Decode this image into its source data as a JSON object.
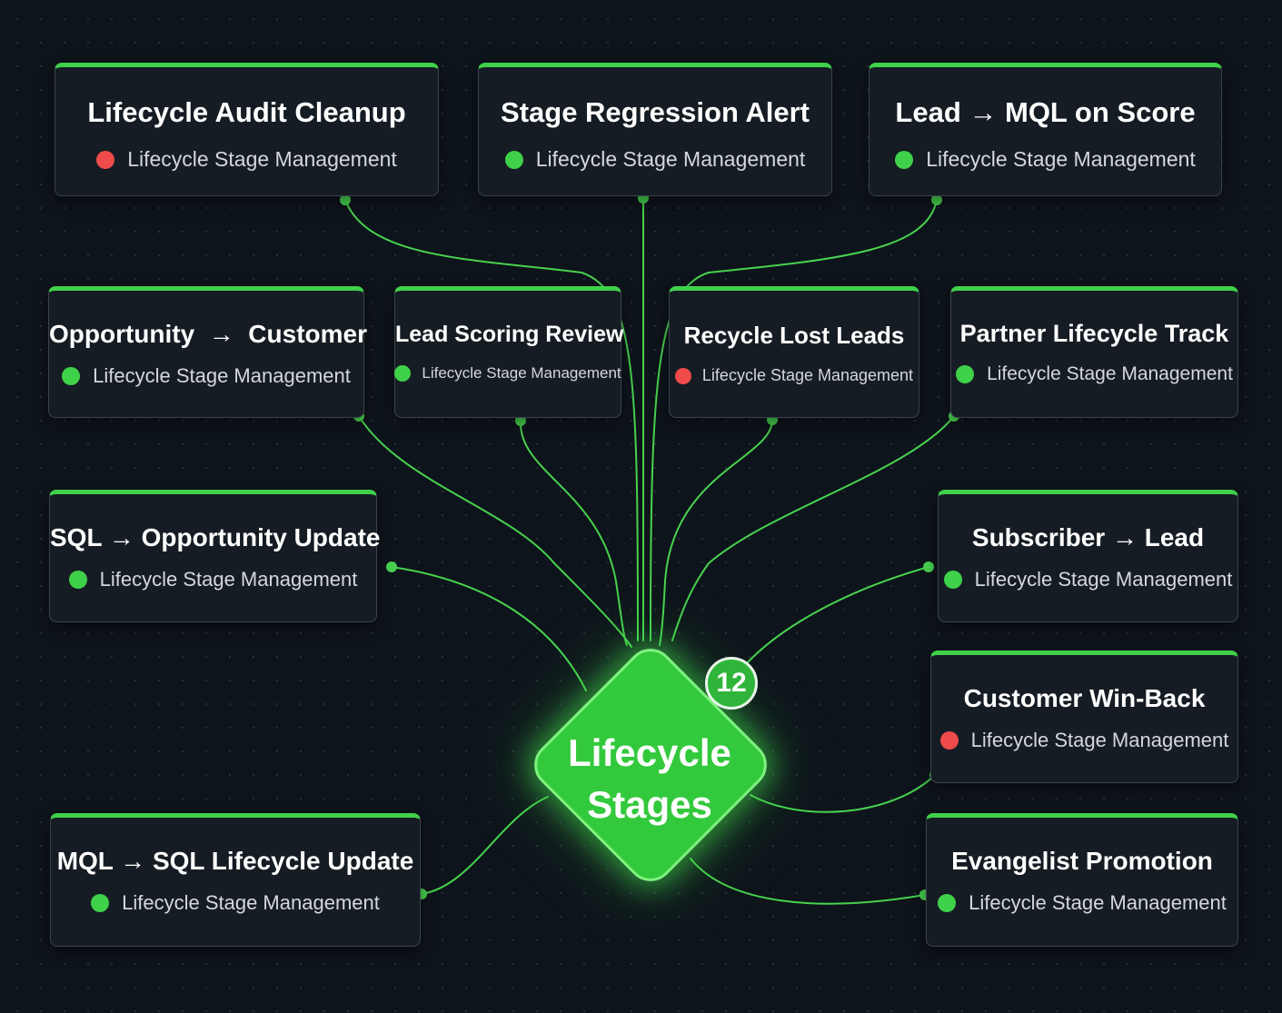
{
  "hub": {
    "label_line1": "Lifecycle",
    "label_line2": "Stages",
    "count": "12"
  },
  "colors": {
    "accent": "#3fd14a",
    "active_status": "#3fd14a",
    "inactive_status": "#ef4b4b",
    "background": "#0e141b",
    "card": "#161c23"
  },
  "nodes": [
    {
      "title": "Lifecycle Audit Cleanup",
      "subtitle": "Lifecycle Stage Management",
      "status": "red"
    },
    {
      "title": "Stage Regression Alert",
      "subtitle": "Lifecycle Stage Management",
      "status": "green"
    },
    {
      "title": "Lead → MQL on Score",
      "subtitle": "Lifecycle Stage Management",
      "status": "green"
    },
    {
      "title": "Opportunity  →  Customer",
      "subtitle": "Lifecycle Stage Management",
      "status": "green"
    },
    {
      "title": "Lead Scoring Review",
      "subtitle": "Lifecycle Stage Management",
      "status": "green"
    },
    {
      "title": "Recycle Lost Leads",
      "subtitle": "Lifecycle Stage Management",
      "status": "red"
    },
    {
      "title": "Partner Lifecycle Track",
      "subtitle": "Lifecycle Stage Management",
      "status": "green"
    },
    {
      "title": "SQL → Opportunity Update",
      "subtitle": "Lifecycle Stage Management",
      "status": "green"
    },
    {
      "title": "Subscriber → Lead",
      "subtitle": "Lifecycle Stage Management",
      "status": "green"
    },
    {
      "title": "Customer Win-Back",
      "subtitle": "Lifecycle Stage Management",
      "status": "red"
    },
    {
      "title": "MQL → SQL Lifecycle Update",
      "subtitle": "Lifecycle Stage Management",
      "status": "green"
    },
    {
      "title": "Evangelist Promotion",
      "subtitle": "Lifecycle Stage Management",
      "status": "green"
    }
  ]
}
